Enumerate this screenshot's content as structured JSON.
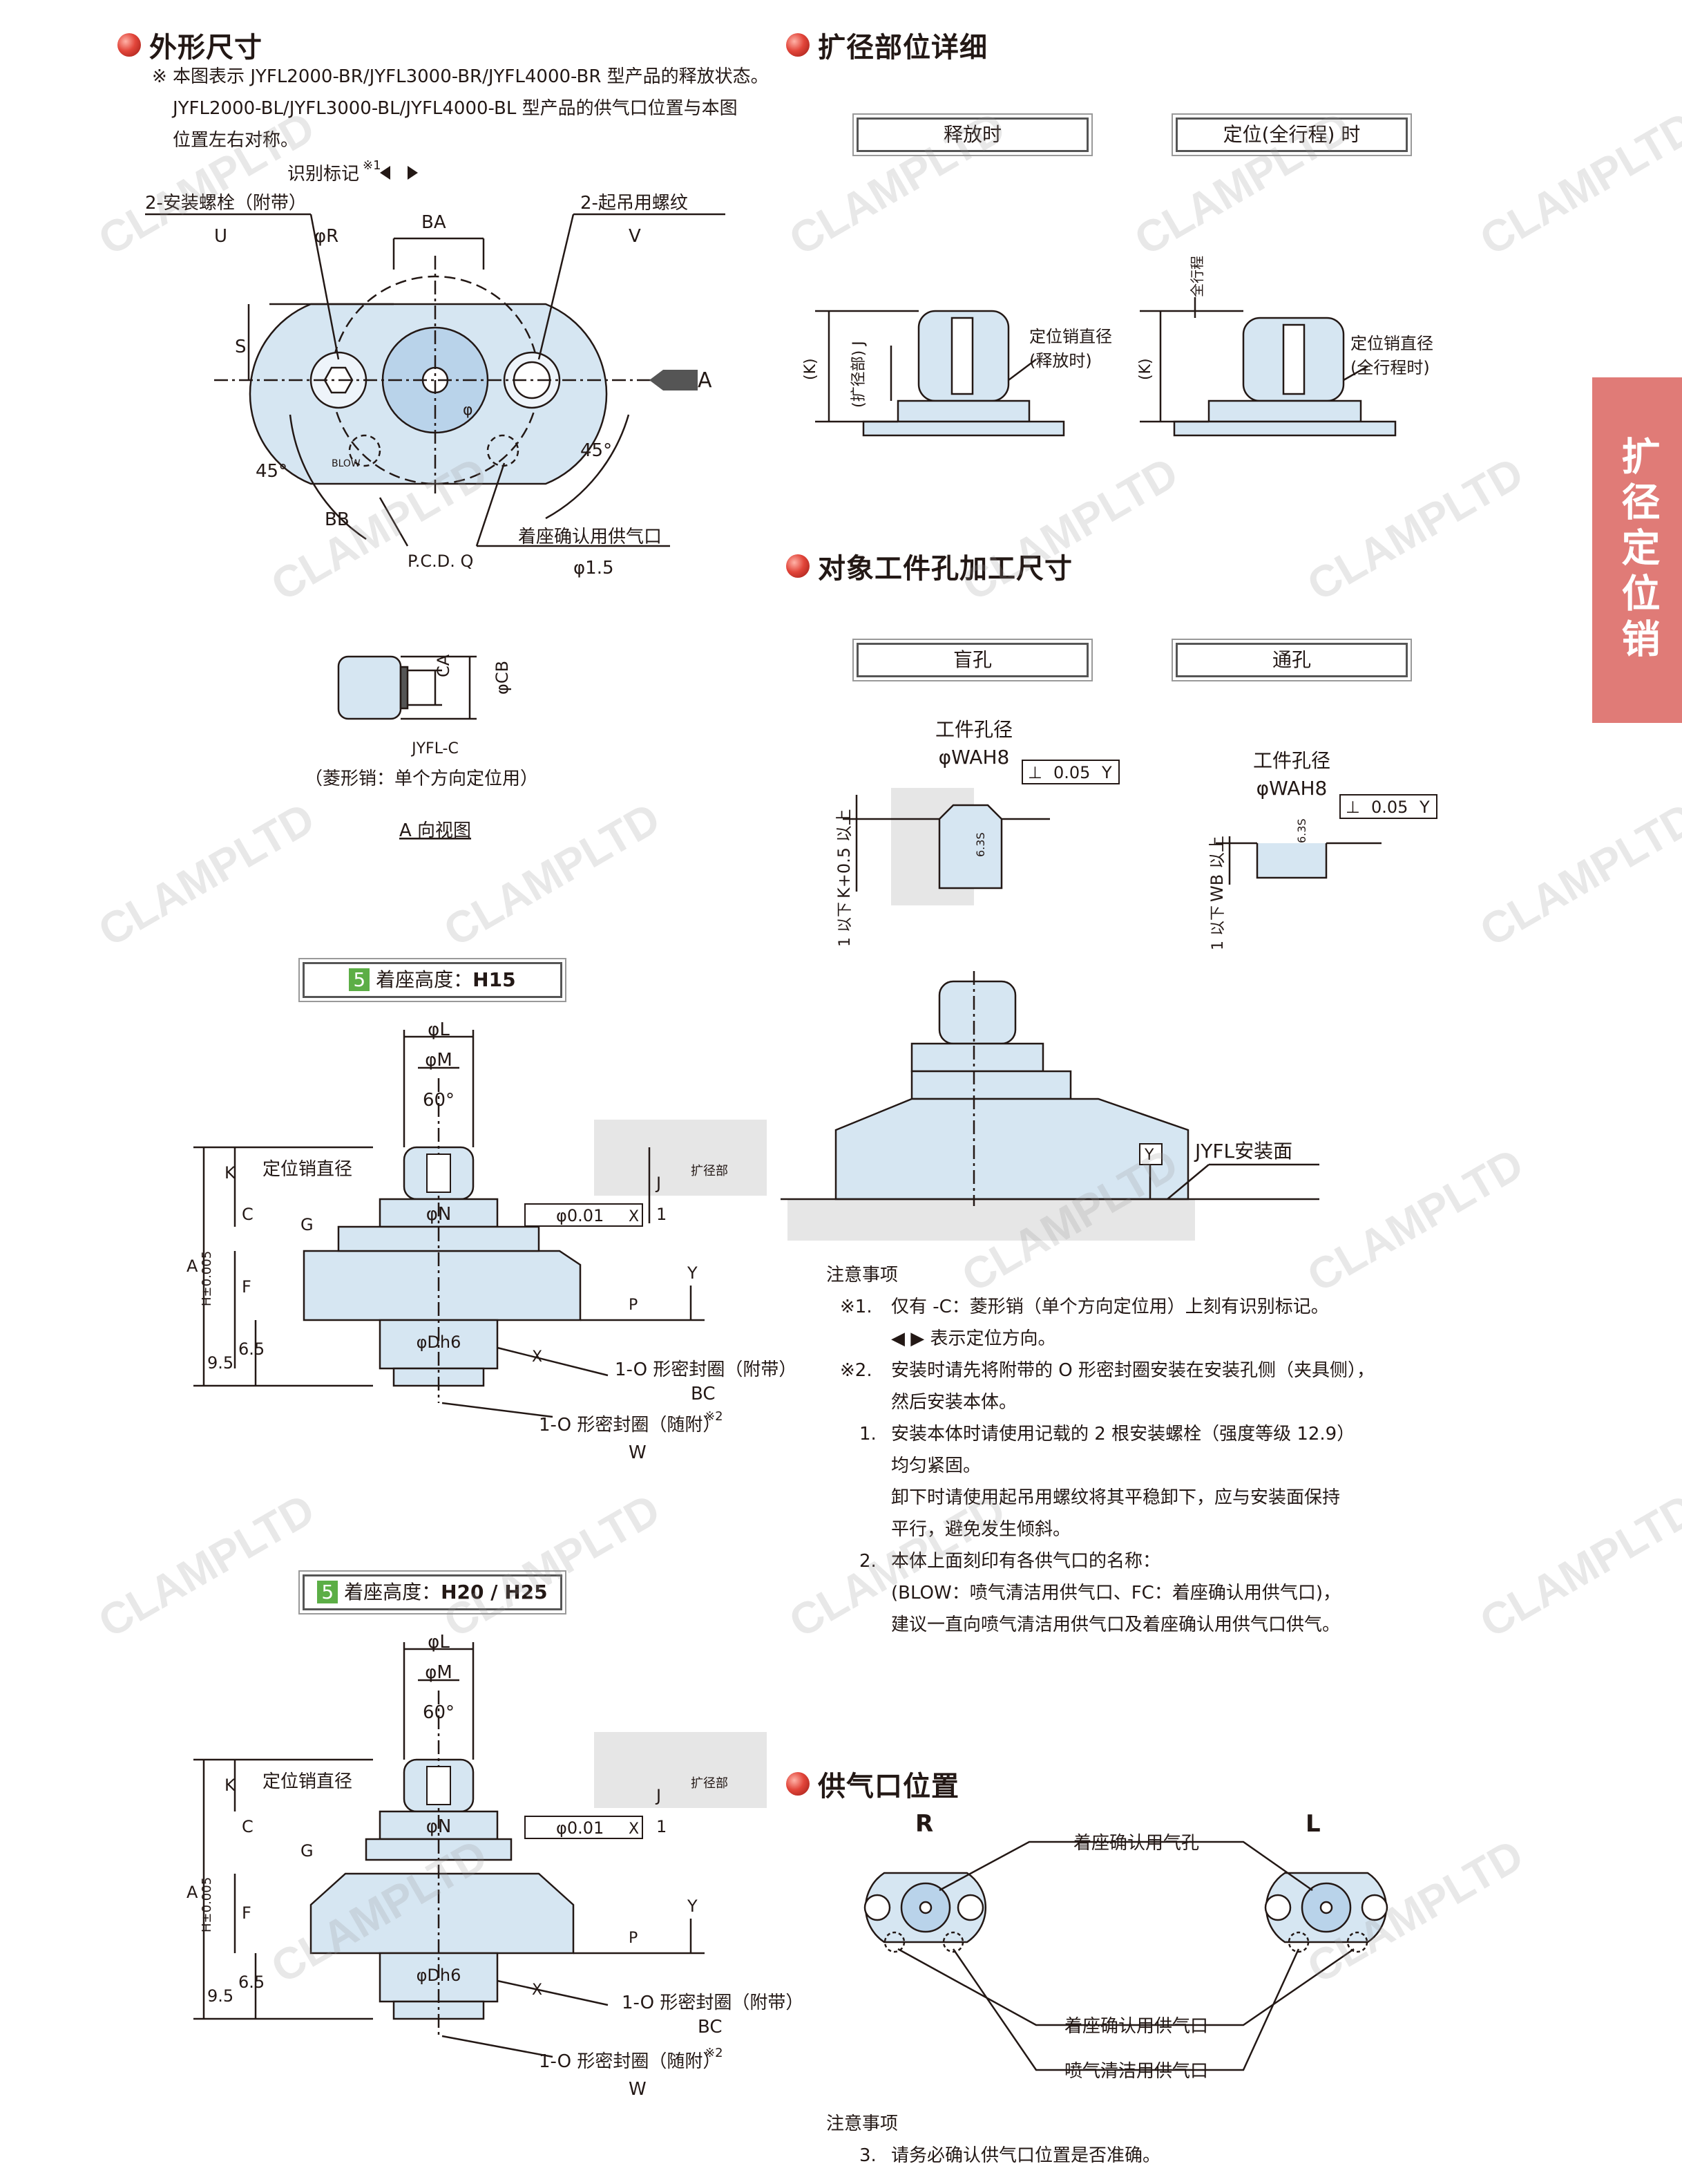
{
  "watermark": "CLAMPLTD",
  "side_tab": "扩径定位销",
  "colors": {
    "part_fill": "#d6e6f2",
    "accent": "#d6372e",
    "tab": "#e07b77"
  },
  "outline": {
    "title": "外形尺寸",
    "notes": [
      "※ 本图表示 JYFL2000-BR/JYFL3000-BR/JYFL4000-BR 型产品的释放状态。",
      "JYFL2000-BL/JYFL3000-BL/JYFL4000-BL 型产品的供气口位置与本图",
      "位置左右对称。"
    ],
    "labels": {
      "id_mark": "识别标记",
      "id_mark_ref": "※1",
      "bolt": "2-安装螺栓（附带）",
      "bolt_code": "U",
      "lift": "2-起吊用螺纹",
      "lift_code": "V",
      "phiR": "φR",
      "BA": "BA",
      "S": "S",
      "arrowA": "A",
      "deg45a": "45°",
      "deg45b": "45°",
      "BB": "BB",
      "pcd": "P.C.D. Q",
      "phi": "φ",
      "blow": "BLOW",
      "seat_port": "着座确认用供气口",
      "phi15": "φ1.5"
    }
  },
  "jyfl_c": {
    "CA": "CA",
    "CB": "φCB",
    "name": "JYFL-C",
    "desc": "（菱形销：单个方向定位用）",
    "view": "A 向视图"
  },
  "h15": {
    "num": "5",
    "label": "着座高度：",
    "value": "H15",
    "dims": {
      "L": "φL",
      "M": "φM",
      "deg60": "60°",
      "K": "K",
      "A": "A",
      "H": "H±0.005",
      "C": "C",
      "F": "F",
      "G": "G",
      "p95": "9.5",
      "p65": "6.5",
      "J": "J",
      "kuo": "扩径部",
      "one": "1",
      "N": "φN",
      "tol": "φ0.01",
      "X": "X",
      "Y": "Y",
      "P": "P",
      "Dh6": "φDh6",
      "pin": "定位销直径",
      "oring1": "1-O 形密封圈（附带）",
      "BC": "BC",
      "oring2": "1-O 形密封圈（随附）",
      "ref2": "※2",
      "W": "W"
    }
  },
  "h2025": {
    "num": "5",
    "label": "着座高度：",
    "value": "H20 / H25"
  },
  "detail": {
    "title": "扩径部位详细",
    "release": "释放时",
    "full": "定位(全行程) 时",
    "K": "(K)",
    "kuo_J": "(扩径部) J",
    "full_stroke": "全行程",
    "pin1": "定位销直径",
    "pin1b": "(释放时)",
    "pin2": "定位销直径",
    "pin2b": "(全行程时)"
  },
  "workpiece": {
    "title": "对象工件孔加工尺寸",
    "blind": "盲孔",
    "through": "通孔",
    "hole": "工件孔径",
    "WA": "φWAH8",
    "perp": "⊥",
    "tol": "0.05",
    "Y": "Y",
    "rough": "6.3S",
    "K05": "K+0.5 以上",
    "WB": "WB 以上",
    "one_below": "1 以下",
    "mount": "JYFL安装面"
  },
  "notes": {
    "title": "注意事项",
    "items": [
      {
        "mark": "※1.",
        "text": "仅有 -C：菱形销（单个方向定位用）上刻有识别标记。"
      },
      {
        "mark": "",
        "text": "◀ ▶ 表示定位方向。"
      },
      {
        "mark": "※2.",
        "text": "安装时请先将附带的 O 形密封圈安装在安装孔侧（夹具侧），"
      },
      {
        "mark": "",
        "text": "然后安装本体。"
      },
      {
        "mark": "1.",
        "text": "安装本体时请使用记载的 2 根安装螺栓（强度等级 12.9）"
      },
      {
        "mark": "",
        "text": "均匀紧固。"
      },
      {
        "mark": "",
        "text": "卸下时请使用起吊用螺纹将其平稳卸下，应与安装面保持"
      },
      {
        "mark": "",
        "text": "平行，避免发生倾斜。"
      },
      {
        "mark": "2.",
        "text": "本体上面刻印有各供气口的名称："
      },
      {
        "mark": "",
        "text": "(BLOW：喷气清洁用供气口、FC：着座确认用供气口)，"
      },
      {
        "mark": "",
        "text": "建议一直向喷气清洁用供气口及着座确认用供气口供气。"
      }
    ]
  },
  "supply": {
    "title": "供气口位置",
    "R": "R",
    "L": "L",
    "seat_hole": "着座确认用气孔",
    "seat_port": "着座确认用供气口",
    "blow_port": "喷气清洁用供气口",
    "note_title": "注意事项",
    "note_mark": "3.",
    "note_text": "请务必确认供气口位置是否准确。"
  }
}
